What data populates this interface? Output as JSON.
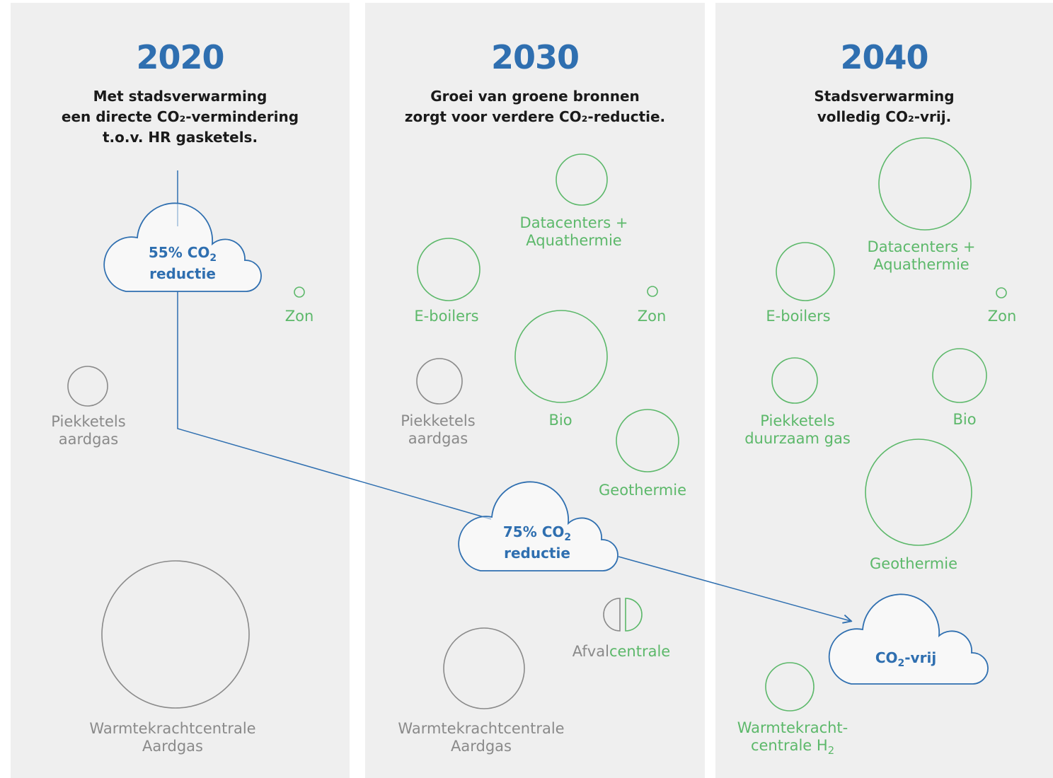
{
  "panels": [
    {
      "year": "2020",
      "subtitle": [
        "Met stadsverwarming",
        "een directe CO₂-vermindering",
        "t.o.v. HR gasketels."
      ]
    },
    {
      "year": "2030",
      "subtitle": [
        "Groei van groene bronnen",
        "zorgt voor verdere CO₂-reductie."
      ]
    },
    {
      "year": "2040",
      "subtitle": [
        "Stadsverwarming",
        "volledig CO₂-vrij."
      ]
    }
  ],
  "sources_2020": {
    "zon": "Zon",
    "piekketels": [
      "Piekketels",
      "aardgas"
    ],
    "wkc": [
      "Warmtekrachtcentrale",
      "Aardgas"
    ]
  },
  "sources_2030": {
    "datacenters": [
      "Datacenters +",
      "Aquathermie"
    ],
    "eboilers": "E-boilers",
    "zon": "Zon",
    "bio": "Bio",
    "piekketels": [
      "Piekketels",
      "aardgas"
    ],
    "geothermie": "Geothermie",
    "afval_grey": "Afval",
    "afval_green": "centrale",
    "wkc": [
      "Warmtekrachtcentrale",
      "Aardgas"
    ]
  },
  "sources_2040": {
    "datacenters": [
      "Datacenters +",
      "Aquathermie"
    ],
    "eboilers": "E-boilers",
    "zon": "Zon",
    "piekketels": [
      "Piekketels",
      "duurzaam gas"
    ],
    "bio": "Bio",
    "geothermie": "Geothermie",
    "wkc_line1": "Warmtekracht-",
    "wkc_line2": "centrale H",
    "wkc_sub": "2"
  },
  "clouds": {
    "c2020": {
      "line1": "55% CO",
      "sub": "2",
      "line2": "reductie"
    },
    "c2030": {
      "line1": "75% CO",
      "sub": "2",
      "line2": "reductie"
    },
    "c2040": {
      "pre": "CO",
      "sub": "2",
      "post": "-vrij"
    }
  },
  "colors": {
    "blue": "#2f6fb0",
    "green": "#5cb86a",
    "grey": "#8a8a8a",
    "panel": "#efefef"
  }
}
